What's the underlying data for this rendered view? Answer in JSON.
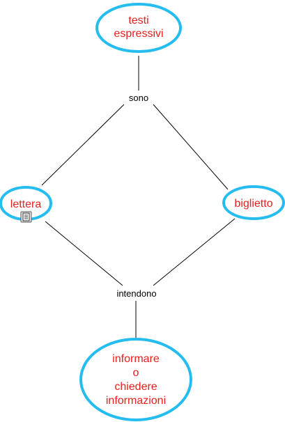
{
  "concept_map": {
    "nodes": {
      "top": {
        "lines": [
          "testi",
          "espressivi"
        ]
      },
      "left": {
        "lines": [
          "lettera"
        ]
      },
      "right": {
        "lines": [
          "biglietto"
        ]
      },
      "bottom": {
        "lines": [
          "informare",
          "o",
          "chiedere",
          "informazioni"
        ]
      }
    },
    "links": {
      "upper": "sono",
      "lower": "intendono"
    },
    "icons": {
      "attachment": "document-icon"
    }
  },
  "colors": {
    "node_border": "#25bdf0",
    "node_text": "#e8201e",
    "link_line": "#000000",
    "link_text": "#000000"
  }
}
